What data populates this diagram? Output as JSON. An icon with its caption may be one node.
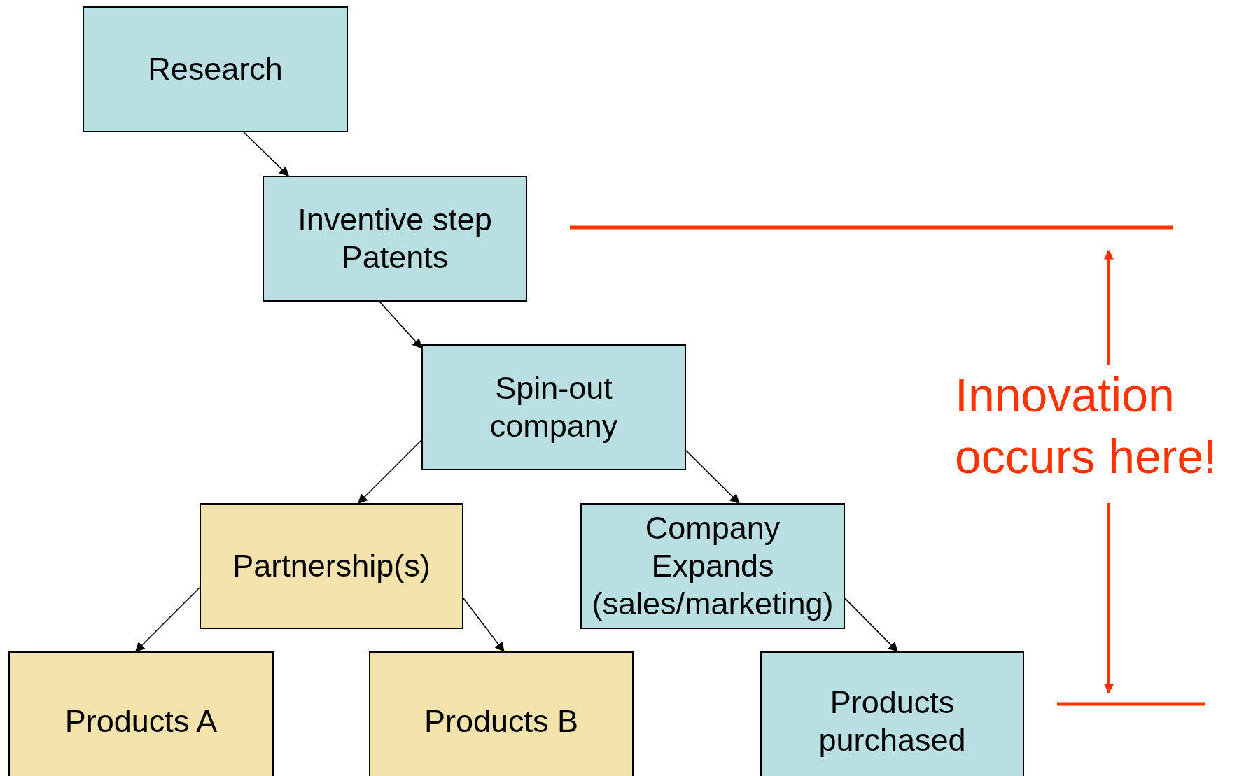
{
  "diagram": {
    "nodes": [
      {
        "text": [
          "Research"
        ]
      },
      {
        "text": [
          "Inventive step",
          "Patents"
        ]
      },
      {
        "text": [
          "Spin-out company"
        ]
      },
      {
        "text": [
          "Partnership(s)"
        ]
      },
      {
        "text": [
          "Company Expands (sales/marketing)"
        ]
      },
      {
        "text": [
          "Products A"
        ]
      },
      {
        "text": [
          "Products B"
        ]
      },
      {
        "text": [
          "Products purchased"
        ]
      }
    ],
    "edges": [
      {
        "from": 0,
        "to": 1,
        "arrow": "to"
      },
      {
        "from": 1,
        "to": 2,
        "arrow": "to"
      },
      {
        "from": 2,
        "to": 3,
        "arrow": "to"
      },
      {
        "from": 2,
        "to": 4,
        "arrow": "to"
      },
      {
        "from": 3,
        "to": 5,
        "arrow": "to"
      },
      {
        "from": 3,
        "to": 6,
        "arrow": "to"
      },
      {
        "from": 4,
        "to": 7,
        "arrow": "to"
      }
    ],
    "labels": [
      "Innovation occurs here!"
    ]
  }
}
